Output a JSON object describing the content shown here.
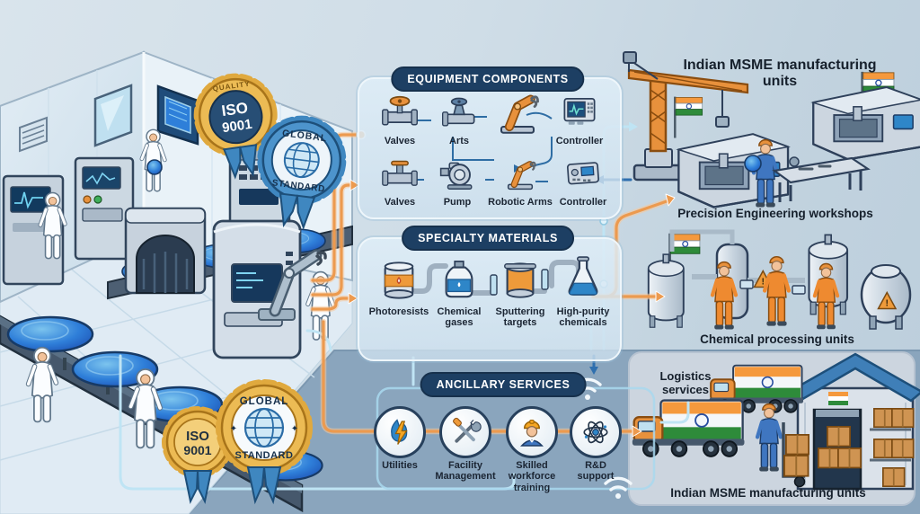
{
  "colors": {
    "accent_orange": "#ec9a4f",
    "line_blue": "#bfe4f4",
    "navy_pill": "#1d3f63",
    "flag_saffron": "#f5993d",
    "flag_green": "#2e8b3a",
    "wafer_blue": "#2f7fd9"
  },
  "badges": {
    "iso_top": {
      "ring": "QUALITY",
      "line1": "ISO",
      "line2": "9001"
    },
    "global_top": {
      "word1": "GLOBAL",
      "word2": "STANDARD"
    },
    "iso_bottom": {
      "line1": "ISO",
      "line2": "9001"
    },
    "global_bottom": {
      "word1": "GLOBAL",
      "word2": "STANDARD"
    }
  },
  "middle": {
    "equipment": {
      "title": "EQUIPMENT COMPONENTS",
      "row1": [
        {
          "icon": "valve-wheel-icon",
          "label": "Valves"
        },
        {
          "icon": "valve-gate-icon",
          "label": "Arts"
        },
        {
          "icon": "robotic-arm-icon",
          "label": ""
        },
        {
          "icon": "controller-monitor-icon",
          "label": "Controller"
        }
      ],
      "row2": [
        {
          "icon": "valve-tee-icon",
          "label": "Valves"
        },
        {
          "icon": "pump-icon",
          "label": "Pump"
        },
        {
          "icon": "robotic-arm-icon",
          "label": "Robotic Arms"
        },
        {
          "icon": "controller-panel-icon",
          "label": "Controller"
        }
      ]
    },
    "materials": {
      "title": "SPECIALTY MATERIALS",
      "items": [
        {
          "icon": "photoresist-can-icon",
          "label": "Photoresists"
        },
        {
          "icon": "gas-bottle-icon",
          "label": "Chemical gases"
        },
        {
          "icon": "sputtering-target-icon",
          "label": "Sputtering targets"
        },
        {
          "icon": "flask-icon",
          "label": "High-purity chemicals"
        }
      ]
    },
    "services": {
      "title": "ANCILLARY SERVICES",
      "items": [
        {
          "icon": "utilities-icon",
          "label": "Utilities"
        },
        {
          "icon": "facility-tools-icon",
          "label": "Facility Management"
        },
        {
          "icon": "workforce-icon",
          "label": "Skilled workforce training"
        },
        {
          "icon": "atom-icon",
          "label": "R&D support"
        }
      ]
    }
  },
  "right": {
    "title": "Indian MSME manufacturing units",
    "workshops_caption": "Precision Engineering workshops",
    "chemical_caption": "Chemical processing units",
    "logistics_label": "Logistics services",
    "bottom_caption": "Indian MSME manufacturing units"
  }
}
